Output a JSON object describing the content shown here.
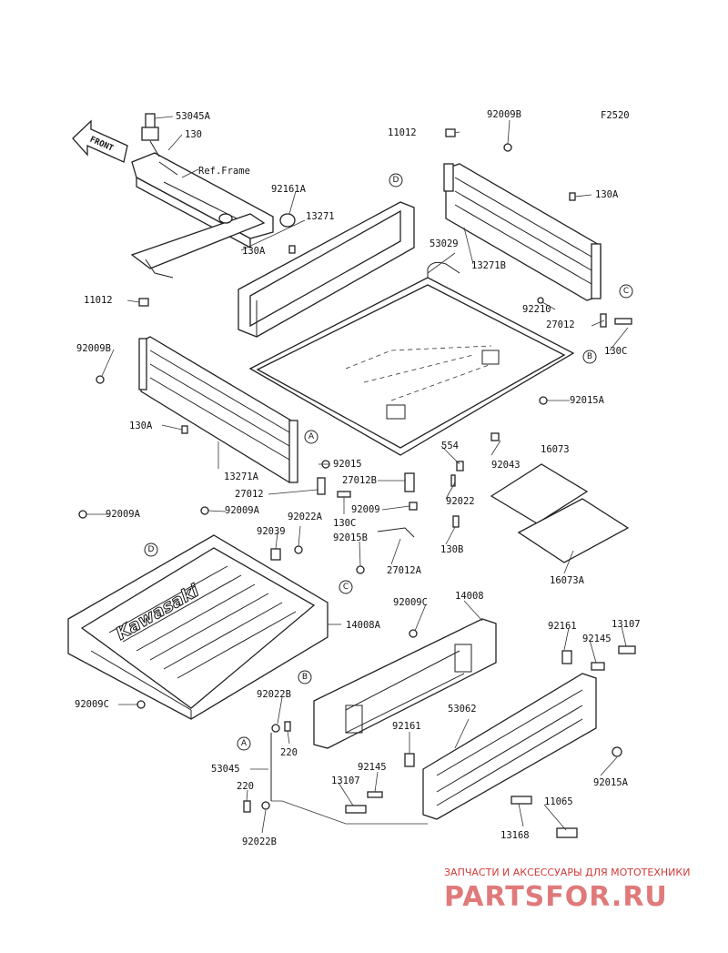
{
  "diagram_id": "F2520",
  "front_label": "FRONT",
  "brand_mark": "Kawasaki",
  "labels": [
    {
      "id": "53045A",
      "t": "53045A"
    },
    {
      "id": "130",
      "t": "130"
    },
    {
      "id": "ref-frame",
      "t": "Ref.Frame"
    },
    {
      "id": "92161A",
      "t": "92161A"
    },
    {
      "id": "13271",
      "t": "13271"
    },
    {
      "id": "11012-top",
      "t": "11012"
    },
    {
      "id": "92009B-top",
      "t": "92009B"
    },
    {
      "id": "130A-right",
      "t": "130A"
    },
    {
      "id": "130A-mid",
      "t": "130A"
    },
    {
      "id": "53029",
      "t": "53029"
    },
    {
      "id": "13271B",
      "t": "13271B"
    },
    {
      "id": "92210",
      "t": "92210"
    },
    {
      "id": "27012-right",
      "t": "27012"
    },
    {
      "id": "130C-right",
      "t": "130C"
    },
    {
      "id": "11012-left",
      "t": "11012"
    },
    {
      "id": "92009B-left",
      "t": "92009B"
    },
    {
      "id": "92015A-top",
      "t": "92015A"
    },
    {
      "id": "130A-left",
      "t": "130A"
    },
    {
      "id": "554",
      "t": "554"
    },
    {
      "id": "16073",
      "t": "16073"
    },
    {
      "id": "92015",
      "t": "92015"
    },
    {
      "id": "92043",
      "t": "92043"
    },
    {
      "id": "27012B",
      "t": "27012B"
    },
    {
      "id": "13271A",
      "t": "13271A"
    },
    {
      "id": "27012-left",
      "t": "27012"
    },
    {
      "id": "130C-left",
      "t": "130C"
    },
    {
      "id": "92009",
      "t": "92009"
    },
    {
      "id": "92022",
      "t": "92022"
    },
    {
      "id": "92009A-left",
      "t": "92009A"
    },
    {
      "id": "92009A-mid",
      "t": "92009A"
    },
    {
      "id": "92039",
      "t": "92039"
    },
    {
      "id": "92022A",
      "t": "92022A"
    },
    {
      "id": "92015B",
      "t": "92015B"
    },
    {
      "id": "130B",
      "t": "130B"
    },
    {
      "id": "16073A",
      "t": "16073A"
    },
    {
      "id": "27012A",
      "t": "27012A"
    },
    {
      "id": "92009C-top",
      "t": "92009C"
    },
    {
      "id": "14008",
      "t": "14008"
    },
    {
      "id": "14008A",
      "t": "14008A"
    },
    {
      "id": "92161-right",
      "t": "92161"
    },
    {
      "id": "13107-right",
      "t": "13107"
    },
    {
      "id": "92145-right",
      "t": "92145"
    },
    {
      "id": "92022B-top",
      "t": "92022B"
    },
    {
      "id": "92009C-left",
      "t": "92009C"
    },
    {
      "id": "53062",
      "t": "53062"
    },
    {
      "id": "220-top",
      "t": "220"
    },
    {
      "id": "92161-mid",
      "t": "92161"
    },
    {
      "id": "53045",
      "t": "53045"
    },
    {
      "id": "92145-mid",
      "t": "92145"
    },
    {
      "id": "13107-mid",
      "t": "13107"
    },
    {
      "id": "220-bottom",
      "t": "220"
    },
    {
      "id": "92015A-bottom",
      "t": "92015A"
    },
    {
      "id": "11065",
      "t": "11065"
    },
    {
      "id": "13168",
      "t": "13168"
    },
    {
      "id": "92022B-bottom",
      "t": "92022B"
    }
  ],
  "callouts": [
    {
      "id": "D-top",
      "t": "D"
    },
    {
      "id": "C-right",
      "t": "C"
    },
    {
      "id": "B-right",
      "t": "B"
    },
    {
      "id": "A-left",
      "t": "A"
    },
    {
      "id": "D-bed",
      "t": "D"
    },
    {
      "id": "C-bed",
      "t": "C"
    },
    {
      "id": "B-bed",
      "t": "B"
    },
    {
      "id": "A-bottom",
      "t": "A"
    }
  ],
  "watermark": {
    "tagline": "ЗАПЧАСТИ И АКСЕССУАРЫ ДЛЯ МОТОТЕХНИКИ",
    "brand": "PARTSFOR.RU"
  }
}
